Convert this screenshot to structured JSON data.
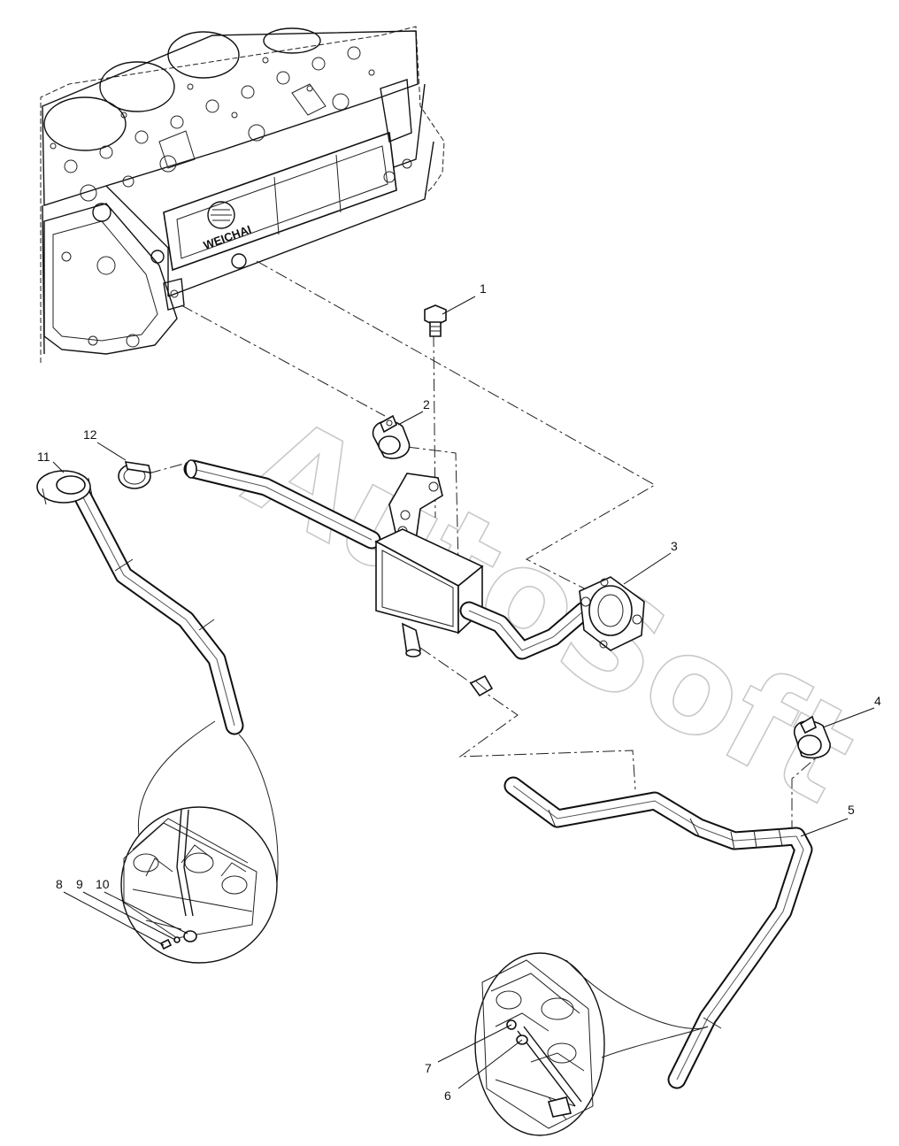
{
  "diagram": {
    "brand_label": "WEICHAI",
    "watermark": "AutoSoft",
    "callouts": [
      {
        "id": "1",
        "label": "1"
      },
      {
        "id": "2",
        "label": "2"
      },
      {
        "id": "3",
        "label": "3"
      },
      {
        "id": "4",
        "label": "4"
      },
      {
        "id": "5",
        "label": "5"
      },
      {
        "id": "6",
        "label": "6"
      },
      {
        "id": "7",
        "label": "7"
      },
      {
        "id": "8",
        "label": "8"
      },
      {
        "id": "9",
        "label": "9"
      },
      {
        "id": "10",
        "label": "10"
      },
      {
        "id": "11",
        "label": "11"
      },
      {
        "id": "12",
        "label": "12"
      }
    ]
  }
}
